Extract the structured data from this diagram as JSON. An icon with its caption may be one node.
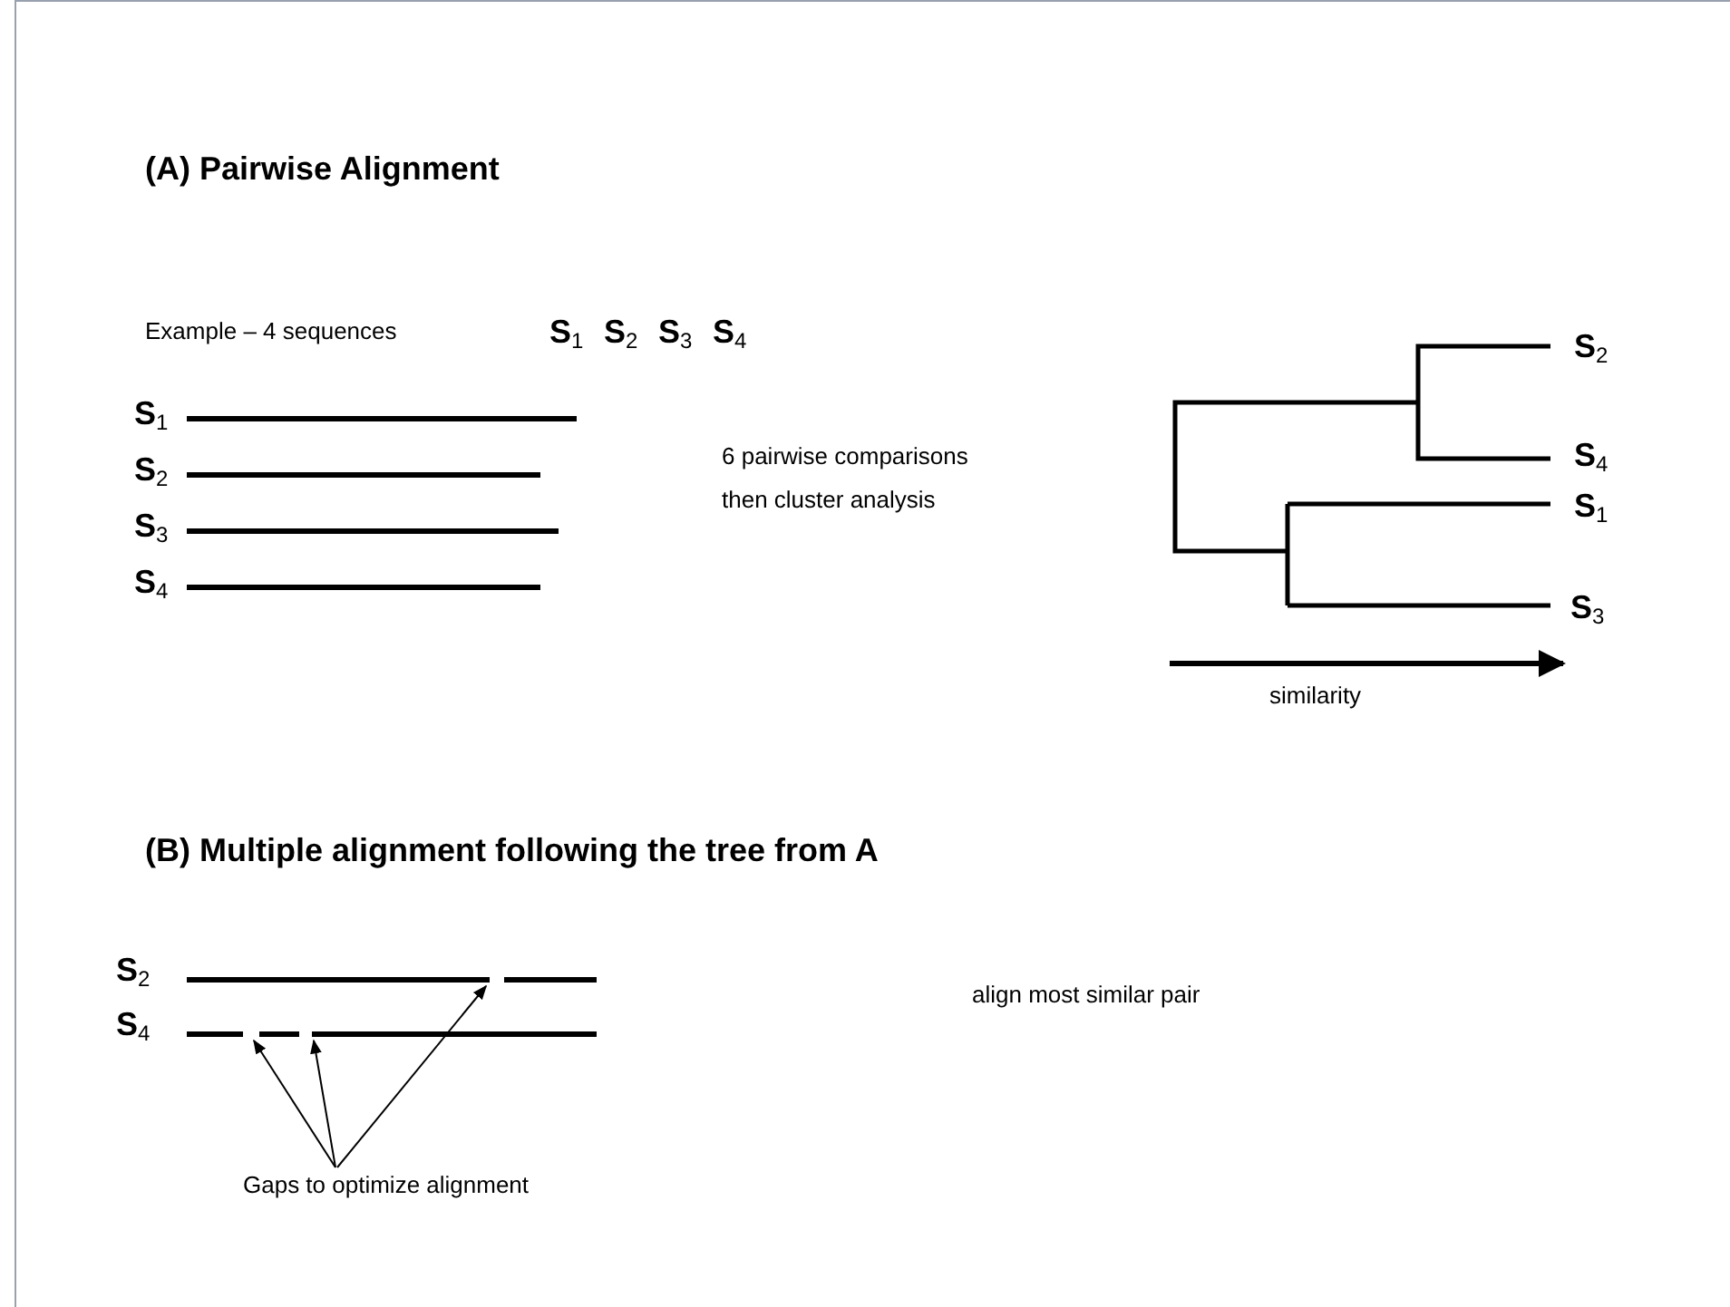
{
  "diagram": {
    "nodes": [
      {
        "text": [],
        "shape": "bar"
      },
      {
        "text": [],
        "shape": "bar"
      },
      {
        "text": [
          "Gaps to optimize alignment"
        ]
      }
    ],
    "edges": [
      {
        "from": 2,
        "to": 1,
        "arrow": "to"
      },
      {
        "from": 2,
        "to": 1,
        "arrow": "to"
      },
      {
        "from": 2,
        "to": 0,
        "arrow": "to"
      }
    ],
    "labels": [
      "(A) Pairwise Alignment",
      "Example – 4 sequences",
      "S$_{1}$",
      "S$_{2}$",
      "S$_{3}$",
      "S$_{4}$",
      "S$_{1}$",
      "S$_{2}$",
      "S$_{3}$",
      "S$_{4}$",
      "6 pairwise comparisons then cluster analysis",
      "S$_{2}$",
      "S$_{4}$",
      "S$_{1}$",
      "S$_{3}$",
      "similarity",
      "(B) Multiple alignment following the tree from A",
      "S$_{2}$",
      "S$_{4}$",
      "align most similar pair"
    ]
  }
}
